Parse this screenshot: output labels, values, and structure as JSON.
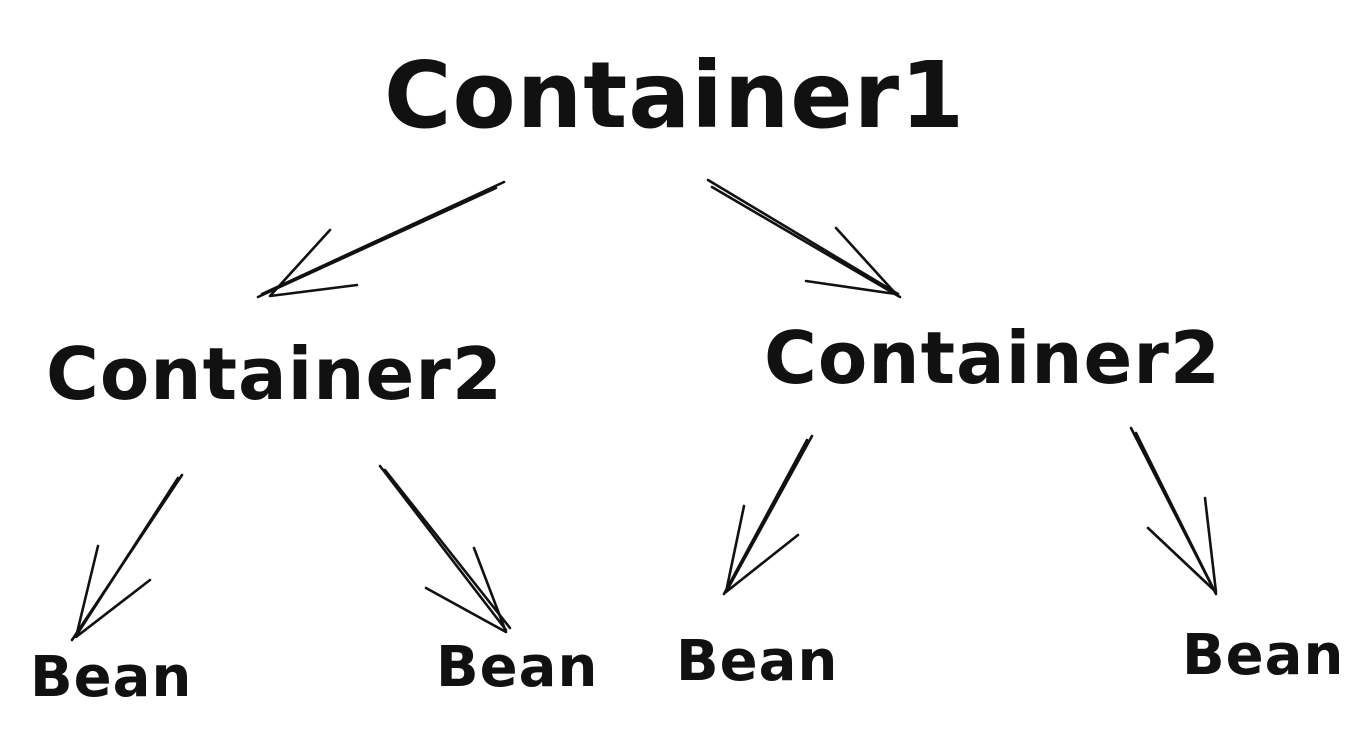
{
  "nodes": {
    "root": "Container1",
    "container_left": "Container2",
    "container_right": "Container2",
    "bean_1": "Bean",
    "bean_2": "Bean",
    "bean_3": "Bean",
    "bean_4": "Bean"
  },
  "edges": [
    {
      "from": "root",
      "to": "container_left"
    },
    {
      "from": "root",
      "to": "container_right"
    },
    {
      "from": "container_left",
      "to": "bean_1"
    },
    {
      "from": "container_left",
      "to": "bean_2"
    },
    {
      "from": "container_right",
      "to": "bean_3"
    },
    {
      "from": "container_right",
      "to": "bean_4"
    }
  ],
  "colors": {
    "ink": "#111111",
    "background": "#ffffff"
  }
}
